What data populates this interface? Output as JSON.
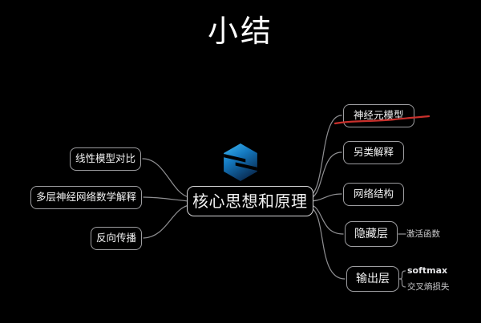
{
  "title": "小结",
  "colors": {
    "background": "#000000",
    "node_border": "#9d9da0",
    "center_border": "#d6d6d8",
    "edge": "#8f8f92",
    "text": "#f2f2f2",
    "child_text": "#c9c9cb",
    "strike": "#c9302c",
    "logo_blue_light": "#3fb9f2",
    "logo_blue_mid": "#1479c0",
    "logo_blue_dark": "#0a2f57"
  },
  "center": {
    "label": "核心思想和原理",
    "logo": "blue-hexagon-s-logo"
  },
  "left_nodes": [
    {
      "label": "线性模型对比"
    },
    {
      "label": "多层神经网络数学解释"
    },
    {
      "label": "反向传播"
    }
  ],
  "right_nodes": [
    {
      "label": "神经元模型",
      "strikethrough": true
    },
    {
      "label": "另类解释"
    },
    {
      "label": "网络结构"
    },
    {
      "label": "隐藏层",
      "children": [
        "激活函数"
      ]
    },
    {
      "label": "输出层",
      "children": [
        "softmax",
        "交叉熵损失"
      ]
    }
  ]
}
